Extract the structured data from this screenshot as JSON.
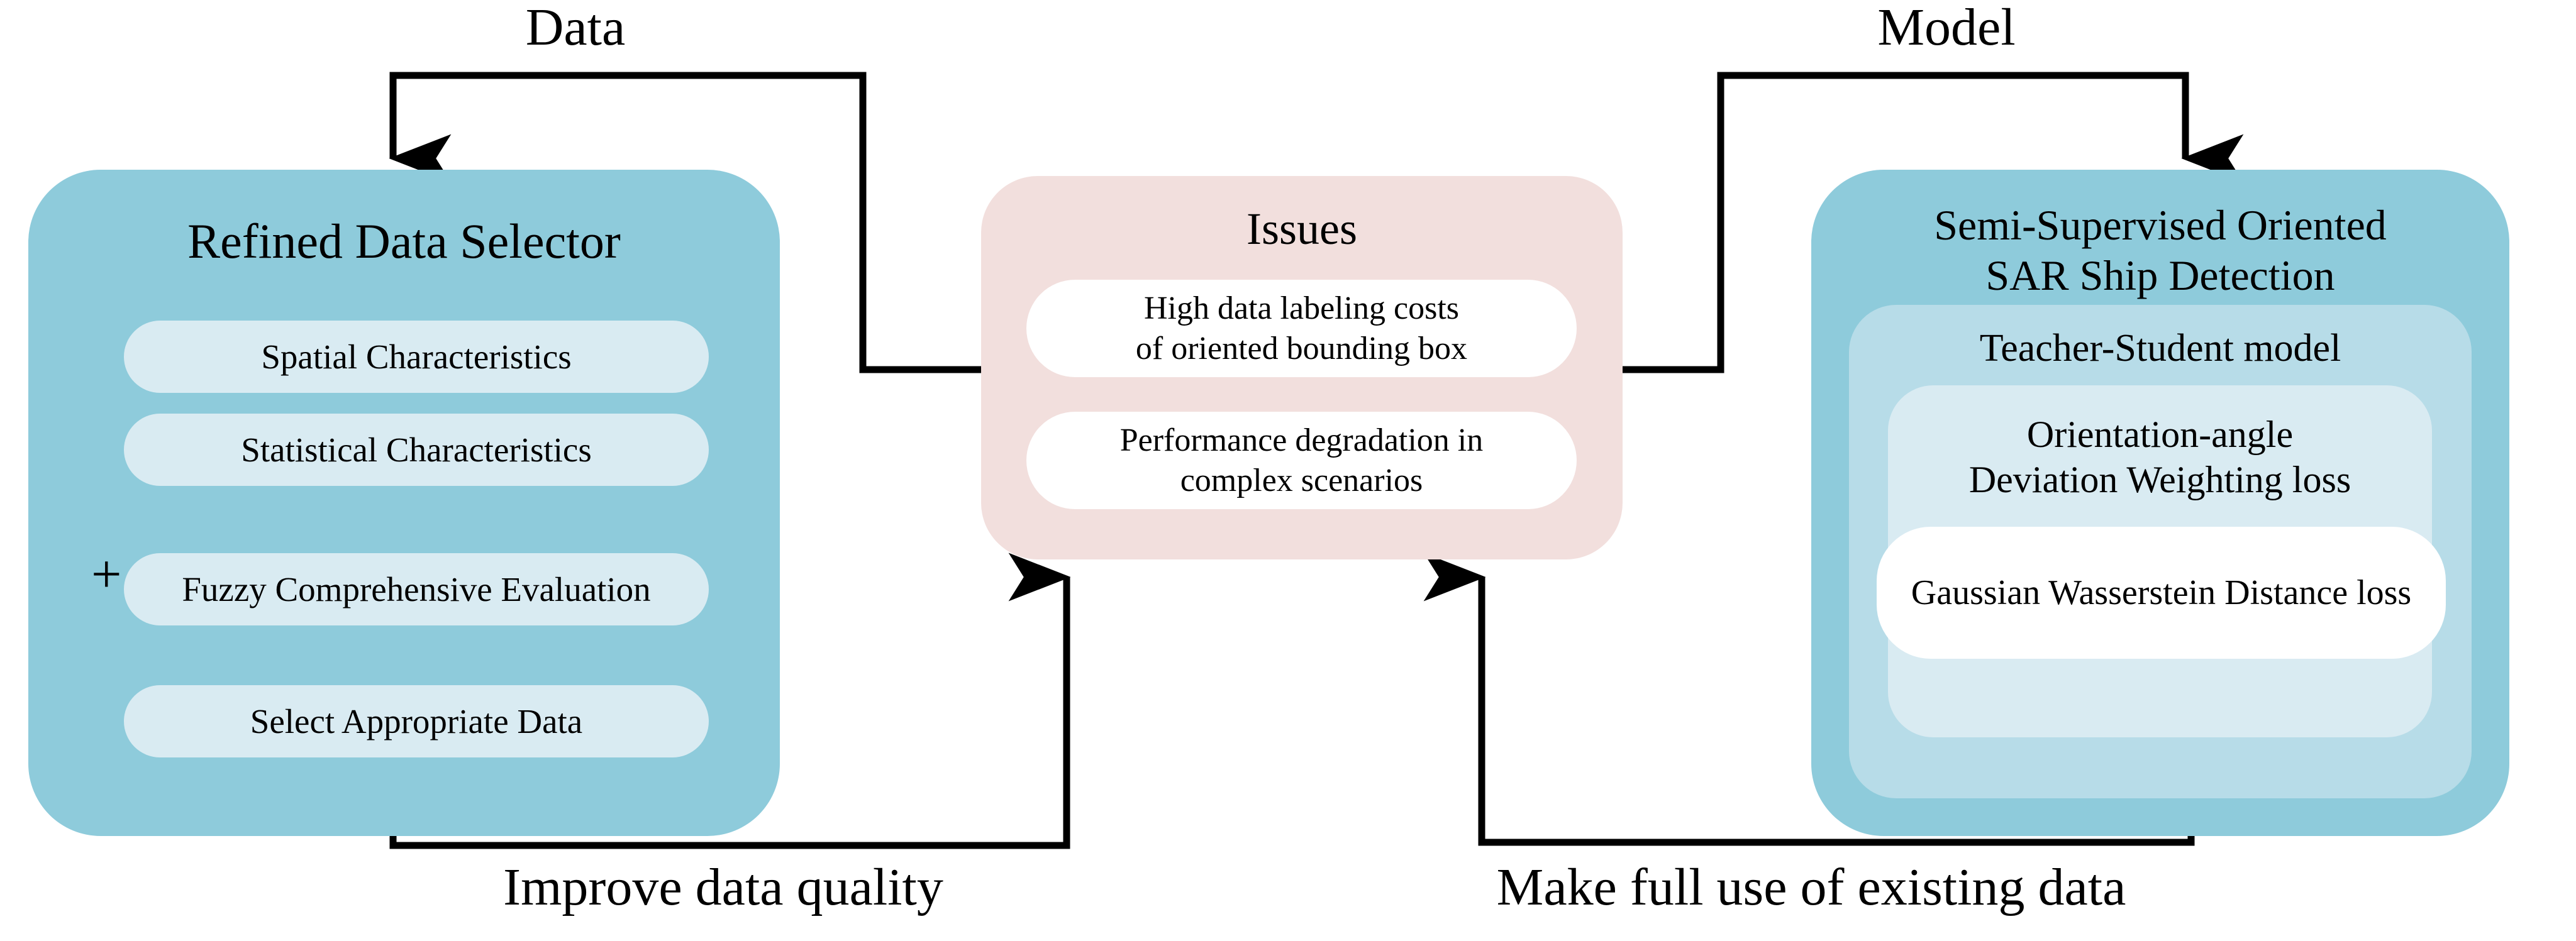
{
  "diagram": {
    "title": "Semi-Supervised Oriented SAR Ship Detection overview",
    "colors": {
      "panel_blue": "#8ECBDB",
      "panel_blue_mid": "#B7DCE8",
      "pill_light_blue": "#D9EBF2",
      "panel_pink": "#F2DFDD",
      "card_white": "#FFFFFF",
      "arrow_black": "#000000",
      "background": "#FFFFFF"
    }
  },
  "edge_labels": {
    "data": "Data",
    "model": "Model",
    "improve_data_quality": "Improve data quality",
    "make_full_use": "Make full use of existing data"
  },
  "left_panel": {
    "title": "Refined Data Selector",
    "plus": "+",
    "steps": [
      {
        "label": "Spatial Characteristics"
      },
      {
        "label": "Statistical Characteristics"
      },
      {
        "label": "Fuzzy Comprehensive Evaluation"
      },
      {
        "label": "Select Appropriate Data"
      }
    ]
  },
  "issues_panel": {
    "title": "Issues",
    "items": [
      {
        "line1": "High data labeling costs",
        "line2": "of oriented bounding box"
      },
      {
        "line1": "Performance degradation in",
        "line2": "complex scenarios"
      }
    ]
  },
  "right_panel": {
    "title_line1": "Semi-Supervised Oriented",
    "title_line2": "SAR Ship Detection",
    "teacher_student": {
      "title": "Teacher-Student model",
      "loss_block": {
        "title_line1": "Orientation-angle",
        "title_line2": "Deviation Weighting loss",
        "inner_loss": "Gaussian Wasserstein Distance loss"
      }
    }
  }
}
